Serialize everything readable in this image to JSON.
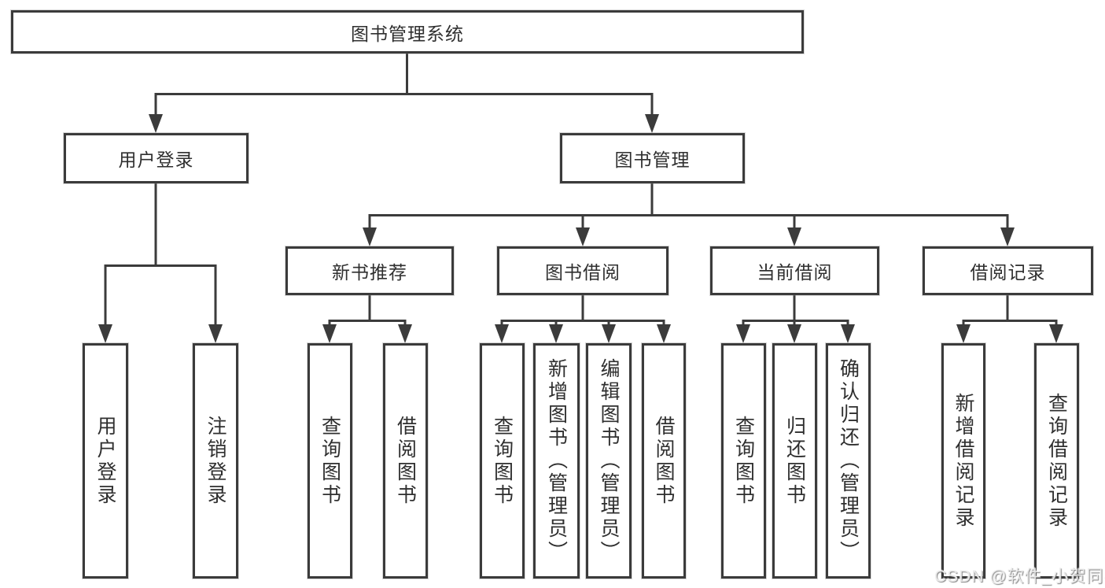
{
  "diagram": {
    "tree": {
      "root": {
        "label": "图书管理系统",
        "children": [
          {
            "label": "用户登录",
            "children": [
              {
                "label": "用户登录"
              },
              {
                "label": "注销登录"
              }
            ]
          },
          {
            "label": "图书管理",
            "children": [
              {
                "label": "新书推荐",
                "children": [
                  {
                    "label": "查询图书"
                  },
                  {
                    "label": "借阅图书"
                  }
                ]
              },
              {
                "label": "图书借阅",
                "children": [
                  {
                    "label": "查询图书"
                  },
                  {
                    "label": "新增图书（管理员）"
                  },
                  {
                    "label": "编辑图书（管理员）"
                  },
                  {
                    "label": "借阅图书"
                  }
                ]
              },
              {
                "label": "当前借阅",
                "children": [
                  {
                    "label": "查询图书"
                  },
                  {
                    "label": "归还图书"
                  },
                  {
                    "label": "确认归还（管理员）"
                  }
                ]
              },
              {
                "label": "借阅记录",
                "children": [
                  {
                    "label": "新增借阅记录"
                  },
                  {
                    "label": "查询借阅记录"
                  }
                ]
              }
            ]
          }
        ]
      }
    },
    "colors": {
      "line": "#3b3b3b",
      "text": "#2f2f2f",
      "background": "#ffffff"
    }
  },
  "watermark": {
    "text": "CSDN @软件_小贺同学"
  }
}
